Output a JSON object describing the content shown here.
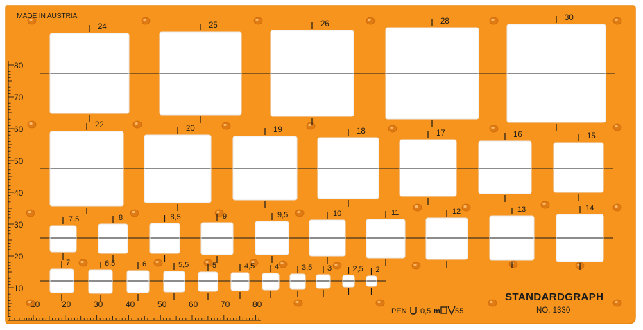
{
  "colors": {
    "plate": "#f7941d",
    "plate_edge": "#e8860f",
    "ink": "#1a1a1a",
    "rivet": "#e07a12"
  },
  "texts": {
    "origin": "MADE IN AUSTRIA",
    "brand": "STANDARDGRAPH",
    "model": "NO. 1330",
    "pen_prefix": "PEN",
    "pen_value": "0,5",
    "pen_unit": "m",
    "pen_angle": "55"
  },
  "scales": {
    "vertical": [
      "80",
      "70",
      "60",
      "50",
      "40",
      "30",
      "20",
      "10"
    ],
    "horizontal": [
      "10",
      "20",
      "30",
      "40",
      "50",
      "60",
      "70",
      "80"
    ]
  },
  "rows": [
    {
      "name": "row-1",
      "sizes": [
        "24",
        "25",
        "26",
        "28",
        "30"
      ]
    },
    {
      "name": "row-2",
      "sizes": [
        "22",
        "20",
        "19",
        "18",
        "17",
        "16",
        "15"
      ]
    },
    {
      "name": "row-3",
      "sizes": [
        "7,5",
        "8",
        "8,5",
        "9",
        "9,5",
        "10",
        "11",
        "12",
        "13",
        "14"
      ]
    },
    {
      "name": "row-4",
      "sizes": [
        "7",
        "6,5",
        "6",
        "5,5",
        "5",
        "4,5",
        "4",
        "3,5",
        "3",
        "2,5",
        "2"
      ]
    }
  ]
}
